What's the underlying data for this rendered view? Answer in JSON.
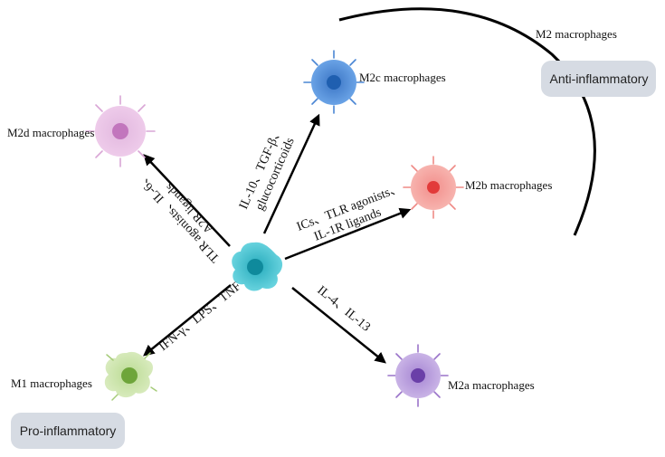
{
  "group_title": "M2 macrophages",
  "badges": {
    "anti": "Anti-inflammatory",
    "pro": "Pro-inflammatory"
  },
  "cells": {
    "m2c": "M2c macrophages",
    "m2d": "M2d macrophages",
    "m2b": "M2b macrophages",
    "m1": "M1 macrophages",
    "m2a": "M2a macrophages"
  },
  "stimuli": {
    "m2c_line1": "IL-10、TGF-β、",
    "m2c_line2": "glucocorticoids",
    "m2d_line1": "TLR agonists、IL-6、",
    "m2d_line2": "A2R ligands",
    "m2b_line1": "ICs、TLR agonists、",
    "m2b_line2": "IL-1R ligands",
    "m1": "IFN-γ、LPS、TNF",
    "m2a": "IL-4、IL-13"
  },
  "colors": {
    "center": "#3ec3d1",
    "m2c": "#4a86d4",
    "m2d": "#d9a6d6",
    "m2b": "#ef8a86",
    "m1": "#a6cc7a",
    "m2a": "#9a73c9",
    "badge_bg": "#d6dbe3"
  },
  "icons": [
    "macrophage-cell-icon",
    "arrow-icon",
    "arc-bracket-icon"
  ]
}
